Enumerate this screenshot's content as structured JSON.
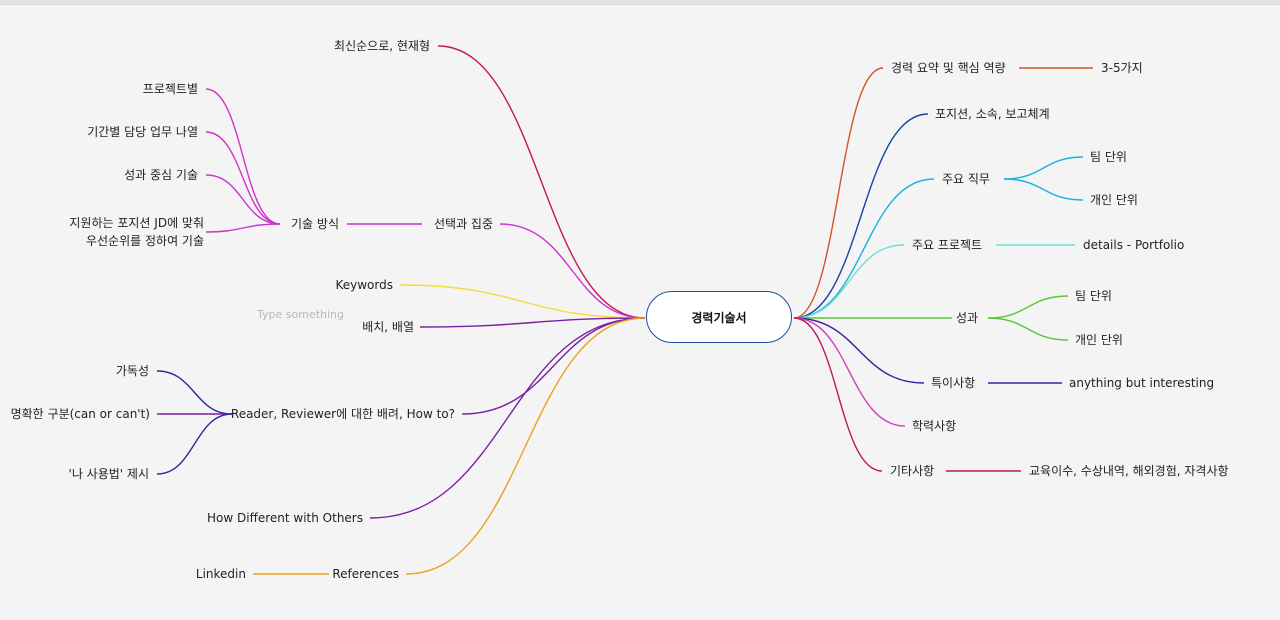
{
  "root": {
    "label": "경력기술서"
  },
  "colors": {
    "crimson": "#c2185b",
    "magenta": "#cc33cc",
    "yellow": "#f2dd3a",
    "purple": "#7b1fa2",
    "indigo": "#3e1f9e",
    "orange": "#eba21b",
    "rust": "#d4532a",
    "navy": "#1546a8",
    "cyan": "#1ab2e0",
    "aqua": "#6fded6",
    "green": "#5ac83a",
    "pink": "#d33fbf",
    "center_border": "#1d4fa3"
  },
  "placeholder": "Type something",
  "left": {
    "latest": "최신순으로, 현재형",
    "select": "선택과 집중",
    "method": "기술 방식",
    "method_children": [
      "프로젝트별",
      "기간별 담당 업무 나열",
      "성과 중심 기술",
      "지원하는 포지션 JD에 맞춰\n우선순위를 정하여 기술"
    ],
    "keywords": "Keywords",
    "layout": "배치, 배열",
    "reader": "Reader, Reviewer에 대한 배려, How to?",
    "reader_children": [
      "가독성",
      "명확한 구분(can or can't)",
      "'나 사용법' 제시"
    ],
    "different": "How Different with Others",
    "references": "References",
    "linkedin": "Linkedin"
  },
  "right": {
    "summary": "경력 요약 및 핵심 역량",
    "summary_child": "3-5가지",
    "position": "포지션, 소속, 보고체계",
    "duty": "주요 직무",
    "duty_children": [
      "팀 단위",
      "개인 단위"
    ],
    "project": "주요 프로젝트",
    "project_child": "details - Portfolio",
    "result": "성과",
    "result_children": [
      "팀 단위",
      "개인 단위"
    ],
    "special": "특이사항",
    "special_child": "anything but interesting",
    "education": "학력사항",
    "etc": "기타사항",
    "etc_child": "교육이수, 수상내역, 해외경험, 자격사항"
  }
}
